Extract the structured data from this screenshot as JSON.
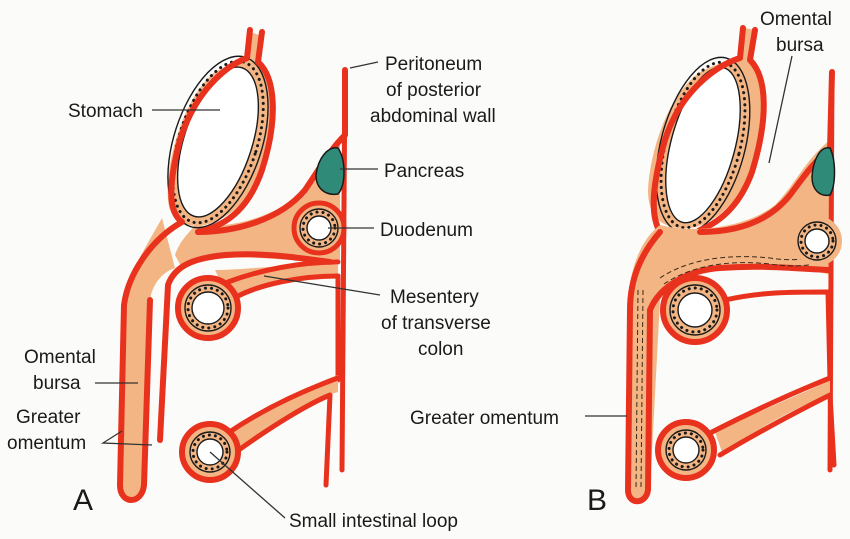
{
  "figure": {
    "panels": [
      {
        "id": "A",
        "label": "A"
      },
      {
        "id": "B",
        "label": "B"
      }
    ],
    "colors": {
      "peritoneum": "#e8321e",
      "connective_tissue": "#f3b583",
      "pancreas": "#2f8a78",
      "background": "#fbfbfa"
    },
    "labels": {
      "stomach": "Stomach",
      "peritoneum_line1": "Peritoneum",
      "peritoneum_line2": "of posterior",
      "peritoneum_line3": "abdominal wall",
      "pancreas": "Pancreas",
      "duodenum": "Duodenum",
      "mesentery_line1": "Mesentery",
      "mesentery_line2": "of transverse",
      "mesentery_line3": "colon",
      "omental_bursa_a_line1": "Omental",
      "omental_bursa_a_line2": "bursa",
      "greater_omentum_a_line1": "Greater",
      "greater_omentum_a_line2": "omentum",
      "small_intestinal_loop": "Small intestinal loop",
      "omental_bursa_b_line1": "Omental",
      "omental_bursa_b_line2": "bursa",
      "greater_omentum_b": "Greater omentum"
    }
  }
}
